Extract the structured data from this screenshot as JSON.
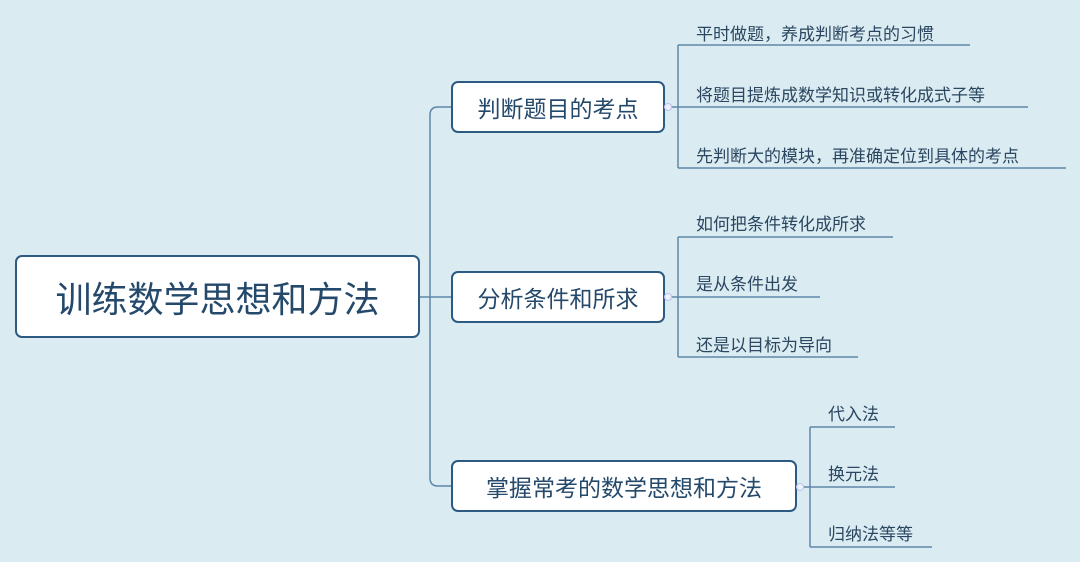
{
  "root": "训练数学思想和方法",
  "branches": [
    {
      "label": "判断题目的考点",
      "children": [
        "平时做题，养成判断考点的习惯",
        "将题目提炼成数学知识或转化成式子等",
        "先判断大的模块，再准确定位到具体的考点"
      ]
    },
    {
      "label": "分析条件和所求",
      "children": [
        "如何把条件转化成所求",
        "是从条件出发",
        "还是以目标为导向"
      ]
    },
    {
      "label": "掌握常考的数学思想和方法",
      "children": [
        "代入法",
        "换元法",
        "归纳法等等"
      ]
    }
  ],
  "colors": {
    "background": "#daecf2",
    "border": "#2c5a82",
    "line": "#5f86a8"
  }
}
